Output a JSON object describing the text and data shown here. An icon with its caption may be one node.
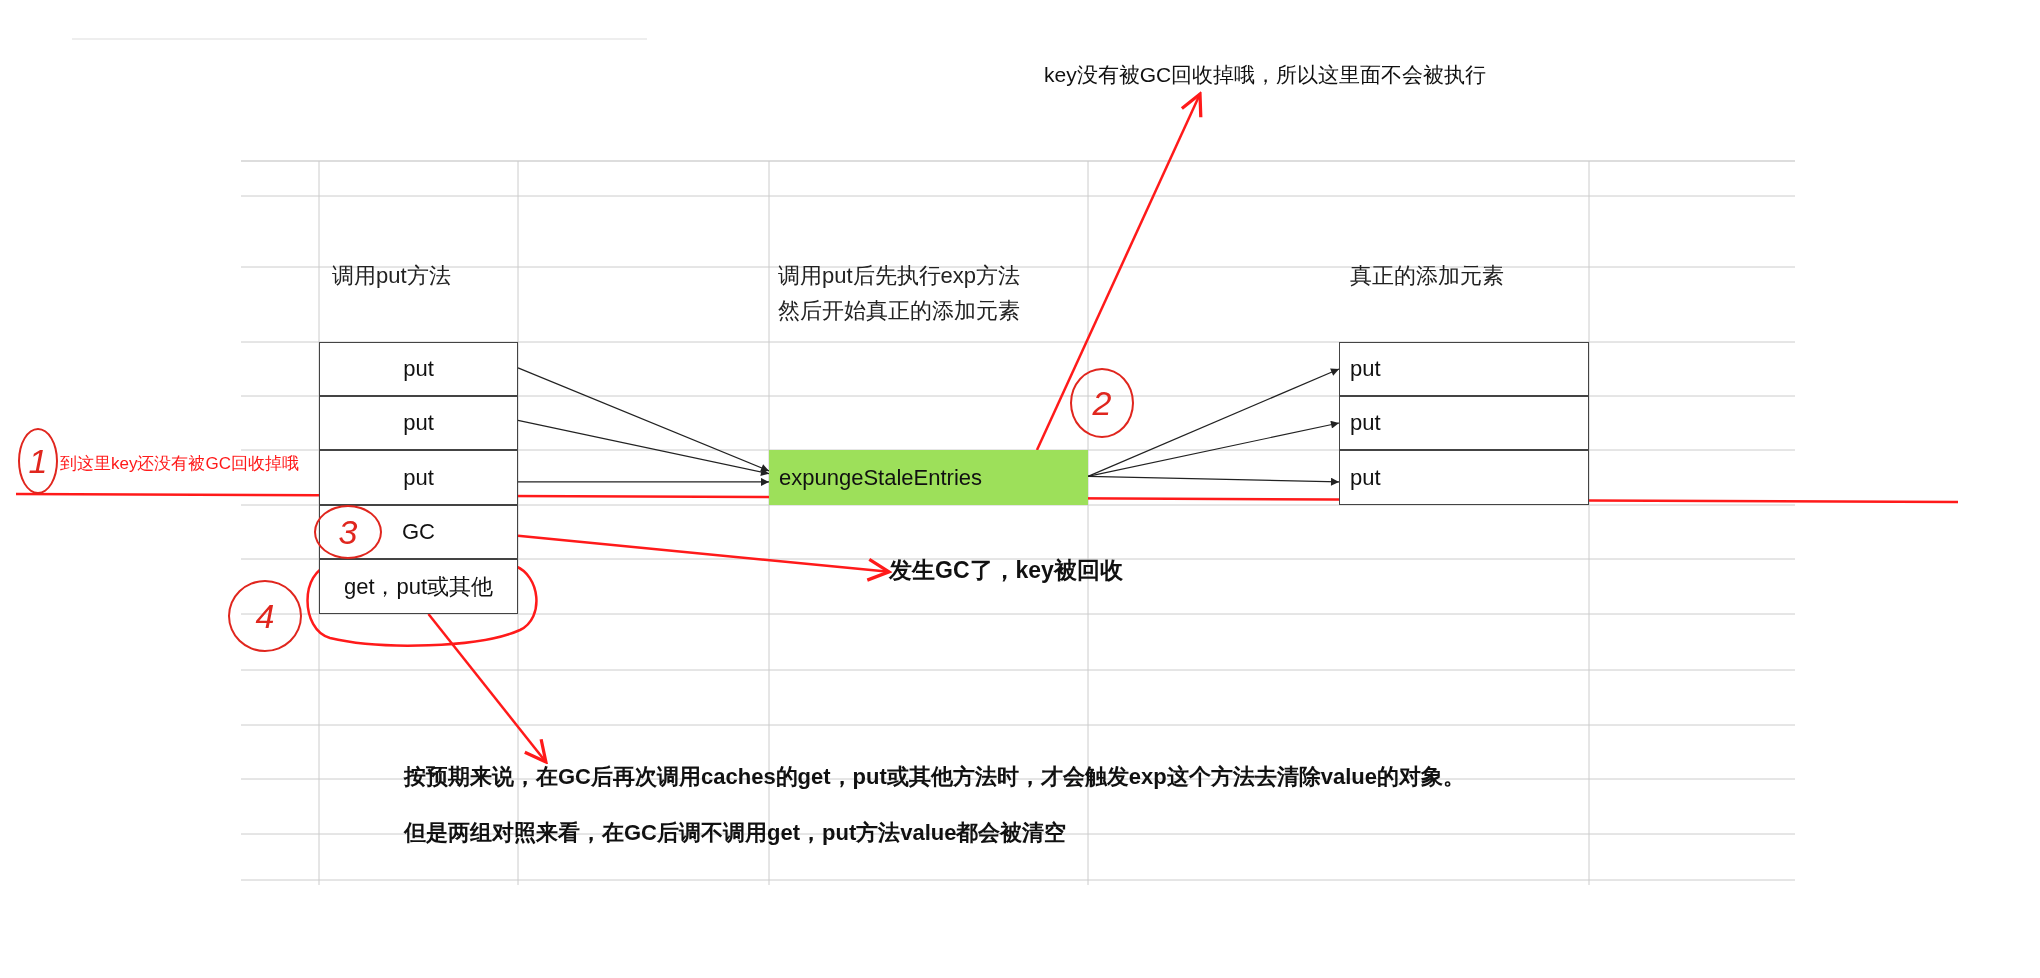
{
  "diagram": {
    "nodes": [
      {
        "text": [
          "put"
        ]
      },
      {
        "text": [
          "put"
        ]
      },
      {
        "text": [
          "put"
        ]
      },
      {
        "text": [
          "GC"
        ]
      },
      {
        "text": [
          "get，put或其他"
        ]
      },
      {
        "text": [
          "expungeStaleEntries"
        ]
      },
      {
        "text": [
          "put"
        ]
      },
      {
        "text": [
          "put"
        ]
      },
      {
        "text": [
          "put"
        ]
      },
      {
        "text": [
          "key没有被GC回收掉哦，所以这里面不会被执行"
        ]
      },
      {
        "text": [
          "发生GC了，key被回收"
        ]
      },
      {
        "text": [
          "按预期来说，在GC后再次调用caches的get，put或其他方法时，才会触发exp这个方法去清除value的对象。",
          "但是两组对照来看，在GC后调不调用get，put方法value都会被清空"
        ]
      }
    ],
    "edges": [
      {
        "from": 0,
        "to": 5,
        "arrow": "to"
      },
      {
        "from": 1,
        "to": 5,
        "arrow": "to"
      },
      {
        "from": 2,
        "to": 5,
        "arrow": "to"
      },
      {
        "from": 5,
        "to": 6,
        "arrow": "to"
      },
      {
        "from": 5,
        "to": 7,
        "arrow": "to"
      },
      {
        "from": 5,
        "to": 8,
        "arrow": "to"
      },
      {
        "from": 5,
        "to": 9,
        "arrow": "to",
        "color": "#ff1a1a"
      },
      {
        "from": 3,
        "to": 10,
        "arrow": "to",
        "color": "#ff1a1a"
      },
      {
        "from": 4,
        "to": 11,
        "arrow": "to",
        "color": "#ff1a1a"
      }
    ],
    "labels": [
      "调用put方法",
      "调用put后先执行exp方法然后开始真正的添加元素",
      "真正的添加元素",
      "1",
      "到这里key还没有被GC回收掉哦",
      "2",
      "3",
      "4"
    ]
  }
}
